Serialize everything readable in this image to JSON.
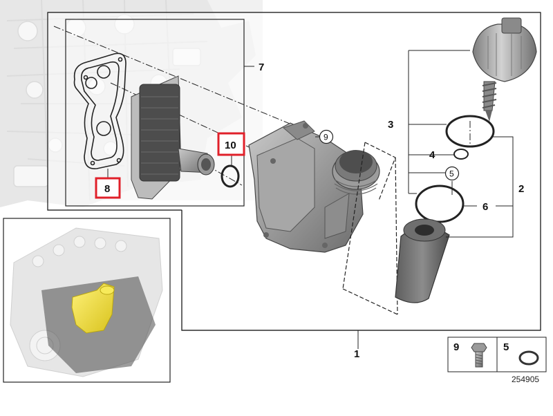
{
  "callouts": {
    "c1": "1",
    "c2": "2",
    "c3": "3",
    "c4": "4",
    "c5": "5",
    "c6": "6",
    "c7": "7",
    "c8": "8",
    "c9": "9",
    "c10": "10"
  },
  "highlighted_callouts": [
    "8",
    "10"
  ],
  "highlight_color": "#e0202a",
  "legend": {
    "bolt_number": "9",
    "ring_number": "5"
  },
  "diagram_id": "254905",
  "colors": {
    "part_gray": "#8a8a8a",
    "part_dark": "#6a6a6a",
    "inset_highlight": "#f2e43a",
    "line": "#222222"
  }
}
